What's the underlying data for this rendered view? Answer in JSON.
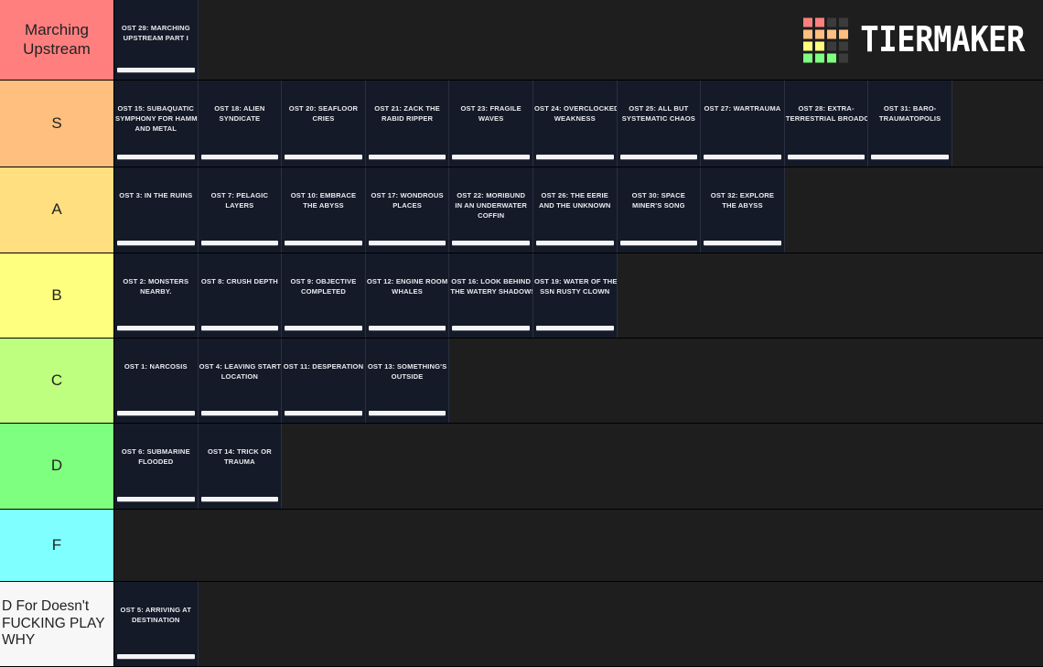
{
  "logo": {
    "name": "tiermaker-logo",
    "text": "TIERMAKER",
    "grid_colors": [
      "#ff7f7f",
      "#ff7f7f",
      "#3b3b3b",
      "#3b3b3b",
      "#ffbf7f",
      "#ffbf7f",
      "#ffbf7f",
      "#ffbf7f",
      "#ffff7f",
      "#ffff7f",
      "#3b3b3b",
      "#3b3b3b",
      "#7fff7f",
      "#7fff7f",
      "#7fff7f",
      "#3b3b3b"
    ]
  },
  "tiers": [
    {
      "label": "Marching Upstream",
      "color": "#ff7f7f",
      "height": 88,
      "long_label": false,
      "items": [
        {
          "title_line1": "OST 29: MARCHING",
          "title_line2": "UPSTREAM PART I",
          "title_line3": ""
        }
      ]
    },
    {
      "label": "S",
      "color": "#ffbf7f",
      "height": 95,
      "long_label": false,
      "items": [
        {
          "title_line1": "OST 15: SUBAQUATIC",
          "title_line2": "SYMPHONY FOR HAMMER",
          "title_line3": "AND METAL"
        },
        {
          "title_line1": "OST 18: ALIEN",
          "title_line2": "SYNDICATE",
          "title_line3": ""
        },
        {
          "title_line1": "OST 20: SEAFLOOR",
          "title_line2": "CRIES",
          "title_line3": ""
        },
        {
          "title_line1": "OST 21: ZACK THE",
          "title_line2": "RABID RIPPER",
          "title_line3": ""
        },
        {
          "title_line1": "OST 23: FRAGILE",
          "title_line2": "WAVES",
          "title_line3": ""
        },
        {
          "title_line1": "OST 24: OVERCLOCKED",
          "title_line2": "WEAKNESS",
          "title_line3": ""
        },
        {
          "title_line1": "OST 25: ALL BUT",
          "title_line2": "SYSTEMATIC CHAOS",
          "title_line3": ""
        },
        {
          "title_line1": "OST 27: WARTRAUMA",
          "title_line2": "",
          "title_line3": ""
        },
        {
          "title_line1": "OST 28: EXTRA-",
          "title_line2": "TERRESTRIAL BROADCAST",
          "title_line3": ""
        },
        {
          "title_line1": "OST 31: BARO-",
          "title_line2": "TRAUMATOPOLIS",
          "title_line3": ""
        }
      ]
    },
    {
      "label": "A",
      "color": "#ffdf7f",
      "height": 94,
      "long_label": false,
      "items": [
        {
          "title_line1": "OST 3: IN THE RUINS",
          "title_line2": "",
          "title_line3": ""
        },
        {
          "title_line1": "OST 7: PELAGIC",
          "title_line2": "LAYERS",
          "title_line3": ""
        },
        {
          "title_line1": "OST 10: EMBRACE",
          "title_line2": "THE ABYSS",
          "title_line3": ""
        },
        {
          "title_line1": "OST 17: WONDROUS",
          "title_line2": "PLACES",
          "title_line3": ""
        },
        {
          "title_line1": "OST 22: MORIBUND",
          "title_line2": "IN AN UNDERWATER",
          "title_line3": "COFFIN"
        },
        {
          "title_line1": "OST 26: THE EERIE",
          "title_line2": "AND THE UNKNOWN",
          "title_line3": ""
        },
        {
          "title_line1": "OST 30: SPACE",
          "title_line2": "MINER'S SONG",
          "title_line3": ""
        },
        {
          "title_line1": "OST 32: EXPLORE",
          "title_line2": "THE ABYSS",
          "title_line3": ""
        }
      ]
    },
    {
      "label": "B",
      "color": "#ffff7f",
      "height": 93,
      "long_label": false,
      "items": [
        {
          "title_line1": "OST 2: MONSTERS",
          "title_line2": "NEARBY.",
          "title_line3": ""
        },
        {
          "title_line1": "OST 8: CRUSH DEPTH",
          "title_line2": "",
          "title_line3": ""
        },
        {
          "title_line1": "OST 9: OBJECTIVE",
          "title_line2": "COMPLETED",
          "title_line3": ""
        },
        {
          "title_line1": "OST 12: ENGINE ROOM",
          "title_line2": "WHALES",
          "title_line3": ""
        },
        {
          "title_line1": "OST 16: LOOK BEHIND",
          "title_line2": "THE WATERY SHADOWS",
          "title_line3": ""
        },
        {
          "title_line1": "OST 19: WATER OF THE",
          "title_line2": "SSN RUSTY CLOWN",
          "title_line3": ""
        }
      ]
    },
    {
      "label": "C",
      "color": "#bfff7f",
      "height": 93,
      "long_label": false,
      "items": [
        {
          "title_line1": "OST 1: NARCOSIS",
          "title_line2": "",
          "title_line3": ""
        },
        {
          "title_line1": "OST 4: LEAVING START",
          "title_line2": "LOCATION",
          "title_line3": ""
        },
        {
          "title_line1": "OST 11: DESPERATION",
          "title_line2": "",
          "title_line3": ""
        },
        {
          "title_line1": "OST 13: SOMETHING'S",
          "title_line2": "OUTSIDE",
          "title_line3": ""
        }
      ]
    },
    {
      "label": "D",
      "color": "#7fff7f",
      "height": 94,
      "long_label": false,
      "items": [
        {
          "title_line1": "OST 6: SUBMARINE",
          "title_line2": "FLOODED",
          "title_line3": ""
        },
        {
          "title_line1": "OST 14: TRICK OR",
          "title_line2": "TRAUMA",
          "title_line3": ""
        }
      ]
    },
    {
      "label": "F",
      "color": "#7fffff",
      "height": 79,
      "long_label": false,
      "items": []
    },
    {
      "label": "D For Doesn't FUCKING PLAY WHY",
      "color": "#f7f7f7",
      "height": 93,
      "long_label": true,
      "items": [
        {
          "title_line1": "OST 5: ARRIVING AT",
          "title_line2": "DESTINATION",
          "title_line3": ""
        }
      ]
    }
  ]
}
